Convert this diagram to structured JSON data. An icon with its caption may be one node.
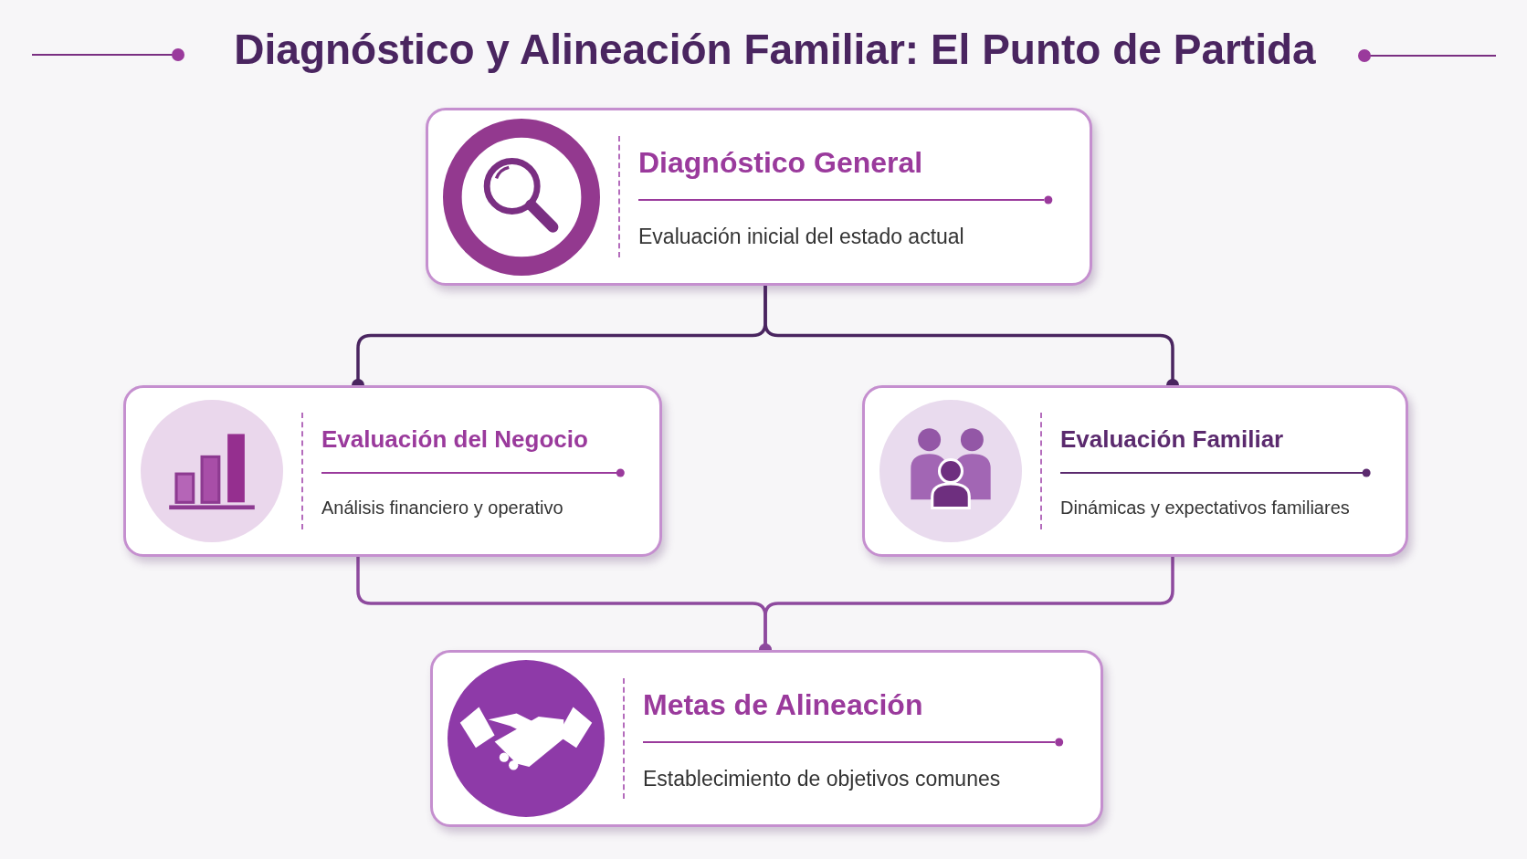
{
  "diagram": {
    "title": "Diagnóstico y Alineación Familiar: El Punto de Partida",
    "nodes": [
      {
        "text": [
          "Diagnóstico General",
          "Evaluación inicial del estado actual"
        ]
      },
      {
        "text": [
          "Evaluación del Negocio",
          "Análisis financiero y operativo"
        ]
      },
      {
        "text": [
          "Evaluación Familiar",
          "Dinámicas y expectativos familiares"
        ]
      },
      {
        "text": [
          "Metas de Alineación",
          "Establecimiento de objetivos comunes"
        ]
      }
    ],
    "edges": [
      {
        "from": 0,
        "to": 1,
        "arrow": "other"
      },
      {
        "from": 0,
        "to": 2,
        "arrow": "other"
      },
      {
        "from": 1,
        "to": 3,
        "arrow": "other"
      },
      {
        "from": 2,
        "to": 3,
        "arrow": "other"
      }
    ]
  }
}
